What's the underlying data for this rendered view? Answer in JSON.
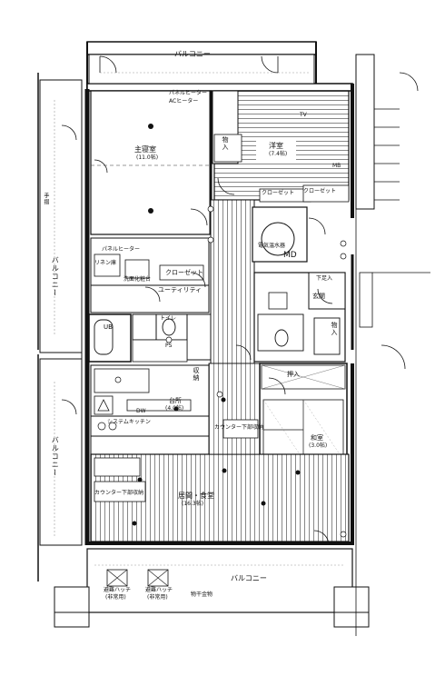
{
  "rooms": {
    "balcony_top": "バルコニー",
    "balcony_left": "バルコニー",
    "balcony_left_lower": "バルコニー",
    "balcony_bottom": "バルコニー",
    "master_bedroom": "主寝室",
    "master_bedroom_size": "(11.0帖)",
    "western_room": "洋室",
    "western_room_size": "(7.4帖)",
    "japanese_room": "和室",
    "japanese_room_size": "(3.0帖)",
    "living_dining_kitchen": "居間・食堂",
    "living_dining_kitchen_size": "(16.3帖)",
    "kitchen": "台所",
    "kitchen_size": "(4.0帖)",
    "utility": "ユーティリティ",
    "bathroom": "UB",
    "entrance": "玄関",
    "closet_walkin": "クローゼット",
    "closet_2": "クローゼット",
    "closet_3": "クローゼット",
    "storage_1": "収納",
    "storage_2": "物入",
    "storage_3": "物入",
    "storage_4": "押入",
    "toilet": "トイレ",
    "lavatory": "洗面化粧台",
    "linen_storage": "リネン庫",
    "shoe_cabinet": "下足入",
    "elec_room": "電気温水器",
    "md": "MD",
    "ps": "PS"
  },
  "annotations": {
    "panel_heater_1": "パネルヒーター",
    "panel_heater_2": "パネルヒーター",
    "ac_heater": "ACヒーター",
    "system_kitchen": "システムキッチン",
    "counter_storage_1": "カウンター下部収納",
    "counter_storage_2": "カウンター下部収納",
    "handrail_1": "手摺",
    "handrail_2": "物干金物",
    "escape_hatch_1": "避難ハッチ",
    "escape_hatch_1_sub": "(非常用)",
    "escape_hatch_2": "避難ハッチ",
    "escape_hatch_2_sub": "(非常用)",
    "tv_outlet": "TV",
    "mb": "MB",
    "dw": "DW"
  }
}
